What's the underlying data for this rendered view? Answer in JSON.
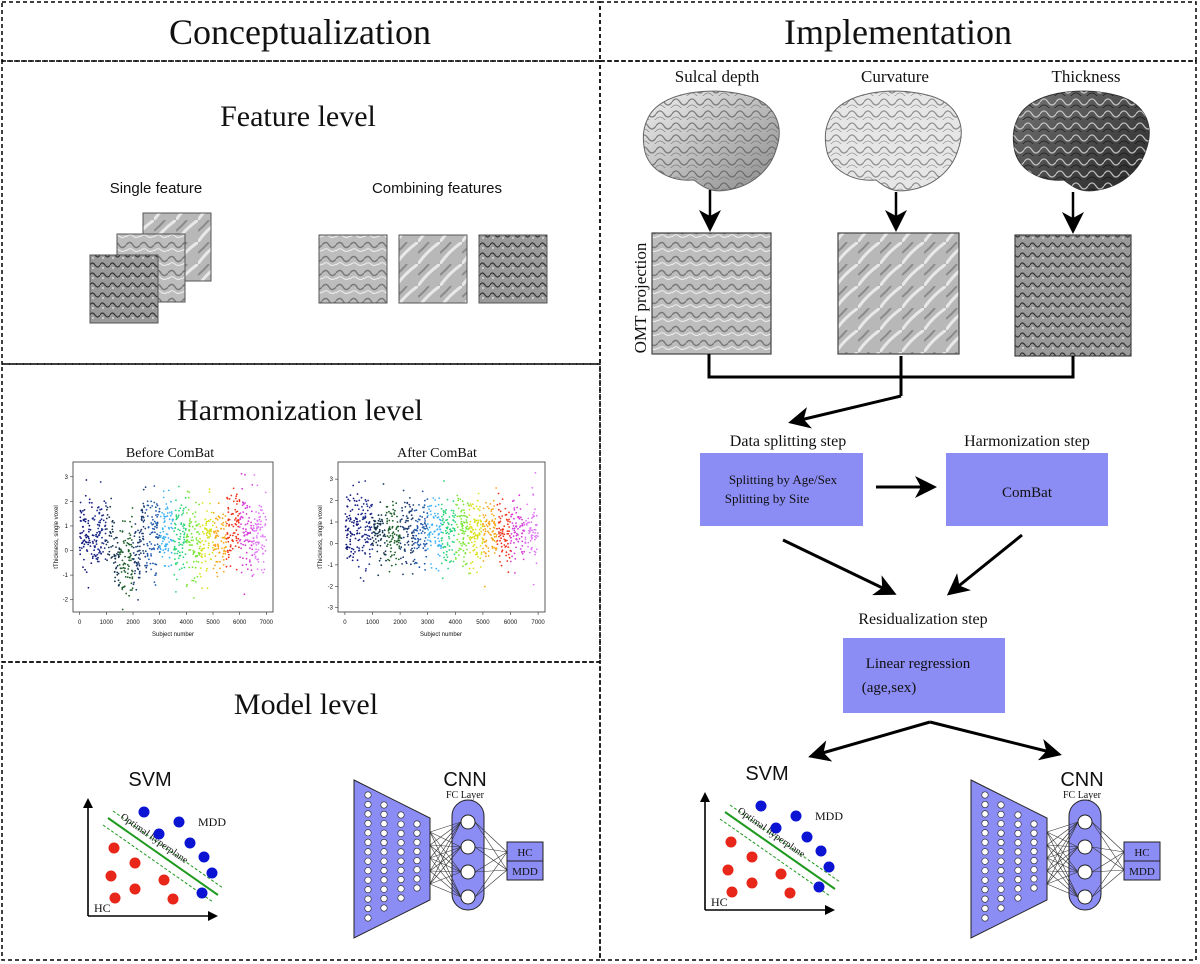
{
  "conceptualization": {
    "title": "Conceptualization",
    "feature_level": {
      "title": "Feature level",
      "single_feature_label": "Single feature",
      "combining_features_label": "Combining features"
    },
    "harmonization_level": {
      "title": "Harmonization level",
      "before_title": "Before ComBat",
      "after_title": "After ComBat",
      "ylabel": "tThickness, single voxel",
      "xlabel": "Subject number",
      "xticks": [
        "0",
        "1000",
        "2000",
        "3000",
        "4000",
        "5000",
        "6000",
        "7000"
      ],
      "before_yticks": [
        "3",
        "2",
        "1",
        "0",
        "-1",
        "-2"
      ],
      "after_yticks": [
        "3",
        "2",
        "1",
        "0",
        "-1",
        "-2",
        "-3"
      ]
    },
    "model_level": {
      "title": "Model level"
    }
  },
  "implementation": {
    "title": "Implementation",
    "features": [
      "Sulcal depth",
      "Curvature",
      "Thickness"
    ],
    "projection_label": "OMT projection",
    "data_splitting": {
      "title": "Data splitting step",
      "line1": "Splitting by Age/Sex",
      "line2": "Splitting by Site"
    },
    "harmonization": {
      "title": "Harmonization step",
      "box_label": "ComBat"
    },
    "residualization": {
      "title": "Residualization step",
      "line1": "Linear regression",
      "line2": "(age,sex)"
    }
  },
  "svm": {
    "title": "SVM",
    "class_mdd": "MDD",
    "class_hc": "HC",
    "hyperplane_label": "Optimal hyperplane"
  },
  "cnn": {
    "title": "CNN",
    "fc_label": "FC Layer",
    "out_hc": "HC",
    "out_mdd": "MDD"
  },
  "colors": {
    "box": "#8c8cf5",
    "mdd_dot": "#0a14d2",
    "hc_dot": "#e8261a",
    "hyperplane": "#1e9a1e"
  }
}
